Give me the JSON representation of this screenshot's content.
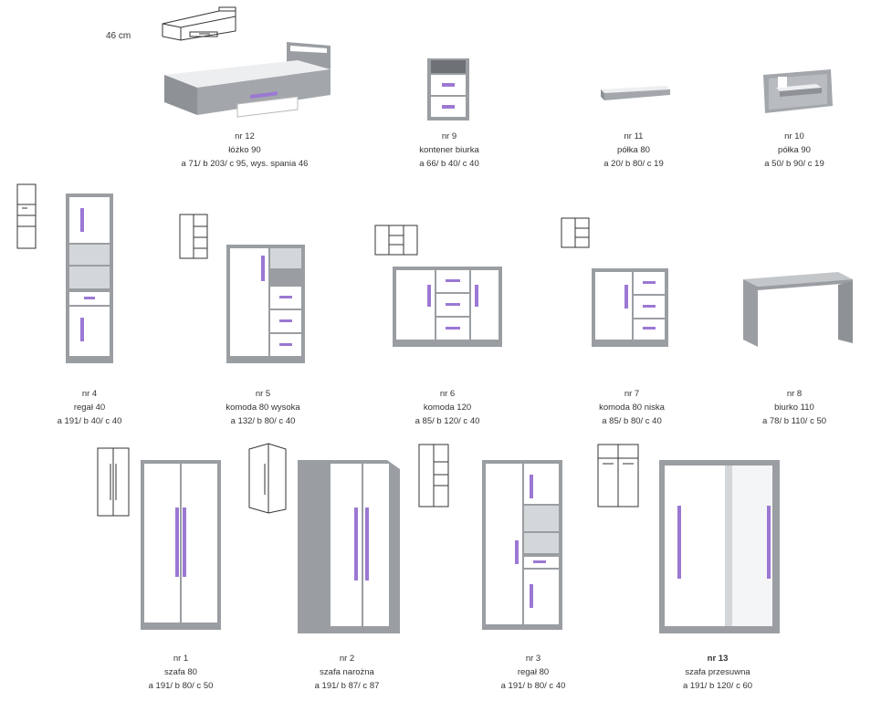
{
  "colors": {
    "frame": "#9a9ea2",
    "frame_dark": "#7d8185",
    "panel": "#ffffff",
    "accent": "#9b78d3",
    "line": "#333333"
  },
  "dimension_note": "46 cm",
  "items": [
    {
      "nr": "nr 12",
      "name": "łóżko 90",
      "dims": "a 71/ b 203/ c 95, wys. spania 46"
    },
    {
      "nr": "nr 9",
      "name": "kontener biurka",
      "dims": "a 66/ b 40/ c 40"
    },
    {
      "nr": "nr 11",
      "name": "półka 80",
      "dims": "a 20/ b 80/ c 19"
    },
    {
      "nr": "nr 10",
      "name": "półka 90",
      "dims": "a 50/ b 90/ c 19"
    },
    {
      "nr": "nr 4",
      "name": "regał 40",
      "dims": "a 191/ b 40/ c 40"
    },
    {
      "nr": "nr 5",
      "name": "komoda 80 wysoka",
      "dims": "a 132/ b 80/ c 40"
    },
    {
      "nr": "nr 6",
      "name": "komoda 120",
      "dims": "a 85/ b 120/ c 40"
    },
    {
      "nr": "nr 7",
      "name": "komoda 80 niska",
      "dims": "a 85/ b 80/ c 40"
    },
    {
      "nr": "nr 8",
      "name": "biurko 110",
      "dims": "a 78/ b 110/ c 50"
    },
    {
      "nr": "nr 1",
      "name": "szafa 80",
      "dims": "a 191/ b 80/ c 50"
    },
    {
      "nr": "nr 2",
      "name": "szafa narożna",
      "dims": "a 191/ b 87/ c 87"
    },
    {
      "nr": "nr 3",
      "name": "regał 80",
      "dims": "a 191/ b 80/ c 40"
    },
    {
      "nr": "nr 13",
      "name": "szafa przesuwna",
      "dims": "a 191/ b 120/ c 60"
    }
  ]
}
